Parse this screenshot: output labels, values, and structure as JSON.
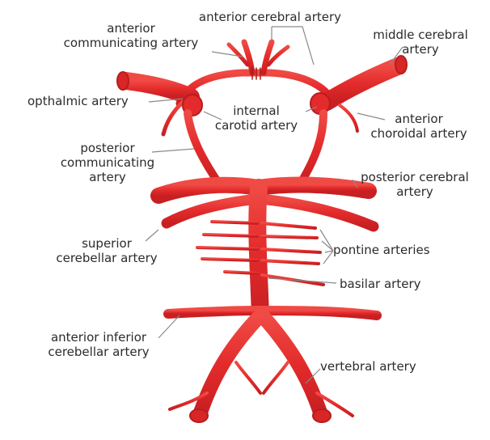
{
  "labels": {
    "anterior_cerebral": "anterior cerebral artery",
    "anterior_communicating_1": "anterior",
    "anterior_communicating_2": "communicating artery",
    "middle_cerebral_1": "middle cerebral",
    "middle_cerebral_2": "artery",
    "opthalmic": "opthalmic artery",
    "internal_carotid_1": "internal",
    "internal_carotid_2": "carotid artery",
    "anterior_choroidal_1": "anterior",
    "anterior_choroidal_2": "choroidal artery",
    "posterior_communicating_1": "posterior",
    "posterior_communicating_2": "communicating",
    "posterior_communicating_3": "artery",
    "posterior_cerebral_1": "posterior cerebral",
    "posterior_cerebral_2": "artery",
    "superior_cerebellar_1": "superior",
    "superior_cerebellar_2": "cerebellar artery",
    "pontine": "pontine arteries",
    "basilar": "basilar artery",
    "aica_1": "anterior inferior",
    "aica_2": "cerebellar artery",
    "vertebral": "vertebral artery"
  },
  "colors": {
    "artery": "#e8302f",
    "artery_dark": "#b81c1e",
    "leader_line": "#8a8a8a",
    "text": "#2b2b2b"
  }
}
